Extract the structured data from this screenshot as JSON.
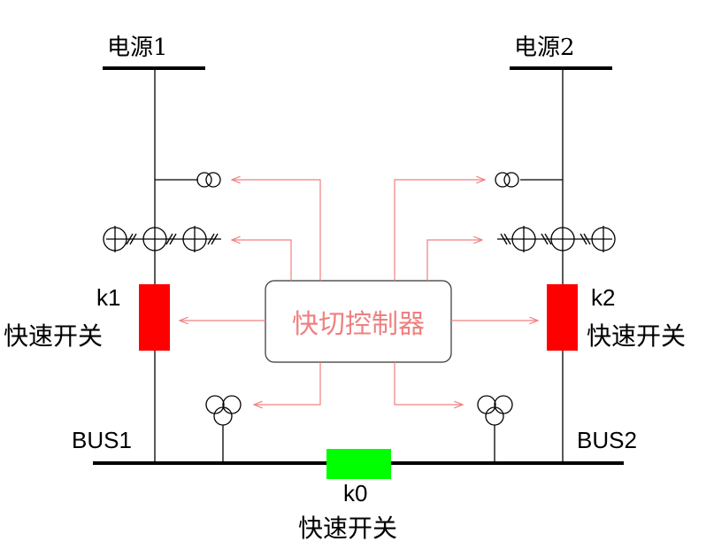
{
  "sources": {
    "left_label": "电源1",
    "right_label": "电源2"
  },
  "switches": {
    "k1": {
      "id": "k1",
      "desc": "快速开关",
      "color": "#ff0000"
    },
    "k2": {
      "id": "k2",
      "desc": "快速开关",
      "color": "#ff0000"
    },
    "k0": {
      "id": "k0",
      "desc": "快速开关",
      "color": "#00ff00"
    }
  },
  "buses": {
    "left_label": "BUS1",
    "right_label": "BUS2"
  },
  "controller": {
    "label": "快切控制器",
    "color": "#f08080"
  },
  "colors": {
    "line": "#000000",
    "signal": "#f08080"
  }
}
